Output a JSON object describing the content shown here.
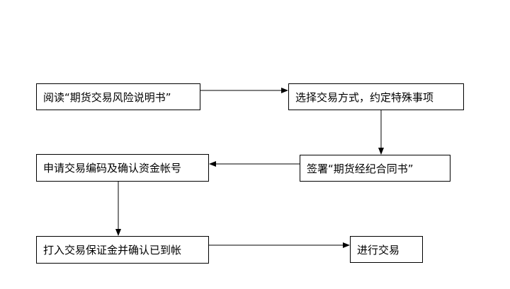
{
  "flowchart": {
    "steps": [
      {
        "id": "read",
        "label": "阅读“期货交易风险说明书”"
      },
      {
        "id": "choose",
        "label": "选择交易方式，约定特殊事项"
      },
      {
        "id": "sign",
        "label": "签署“期货经纪合同书”"
      },
      {
        "id": "apply",
        "label": "申请交易编码及确认资金帐号"
      },
      {
        "id": "deposit",
        "label": "打入交易保证金并确认已到帐"
      },
      {
        "id": "trade",
        "label": "进行交易"
      }
    ],
    "arrows": [
      {
        "from": "read",
        "to": "choose"
      },
      {
        "from": "choose",
        "to": "sign"
      },
      {
        "from": "sign",
        "to": "apply"
      },
      {
        "from": "apply",
        "to": "deposit"
      },
      {
        "from": "deposit",
        "to": "trade"
      }
    ],
    "colors": {
      "stroke": "#000000",
      "fill": "#ffffff",
      "text": "#000000"
    }
  }
}
